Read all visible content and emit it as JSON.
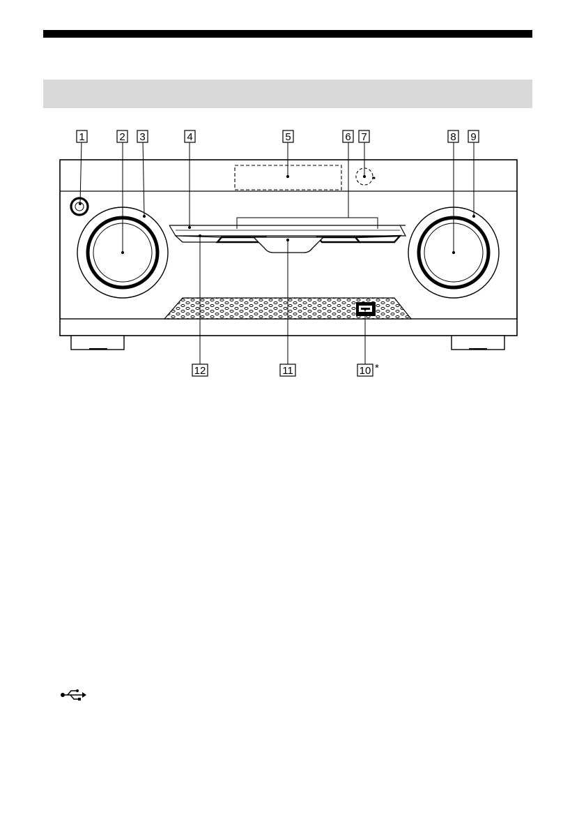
{
  "section": {
    "title": ""
  },
  "callouts": [
    {
      "number": "1",
      "part": "power-button"
    },
    {
      "number": "2",
      "part": "input-selector-knob"
    },
    {
      "number": "3",
      "part": "input-knob-ring"
    },
    {
      "number": "4",
      "part": "front-panel-strip"
    },
    {
      "number": "5",
      "part": "display-window"
    },
    {
      "number": "6",
      "part": "front-buttons"
    },
    {
      "number": "7",
      "part": "remote-sensor"
    },
    {
      "number": "8",
      "part": "master-volume-knob"
    },
    {
      "number": "9",
      "part": "volume-knob-ring"
    },
    {
      "number": "10",
      "part": "usb-port",
      "suffix": "*"
    },
    {
      "number": "11",
      "part": "center-button"
    },
    {
      "number": "12",
      "part": "left-strip-button"
    }
  ],
  "icons": {
    "usb": "usb-icon"
  },
  "colors": {
    "body": "#ffffff",
    "line": "#000000",
    "section_bar": "#d9d9d9"
  }
}
